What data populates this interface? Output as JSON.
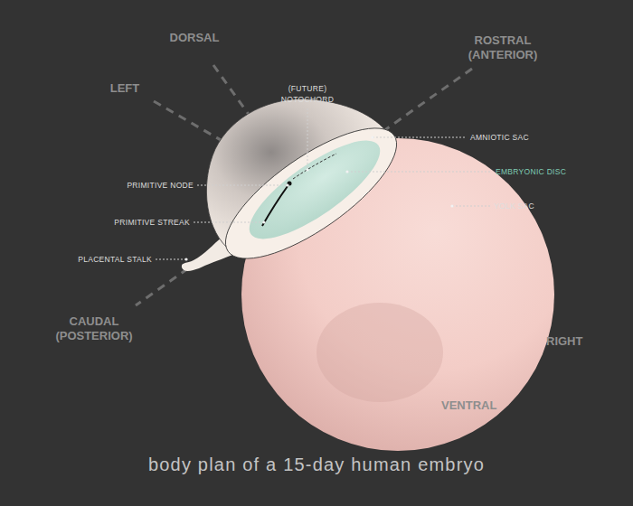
{
  "diagram": {
    "caption": "body plan of a 15-day human embryo",
    "labels": [
      "DORSAL",
      "ROSTRAL (ANTERIOR)",
      "LEFT",
      "(FUTURE) NOTOCHORD",
      "AMNIOTIC SAC",
      "EMBRYONIC DISC",
      "YOLK SAC",
      "PRIMITIVE NODE",
      "PRIMITIVE STREAK",
      "PLACENTAL STALK",
      "CAUDAL (POSTERIOR)",
      "RIGHT",
      "VENTRAL"
    ]
  }
}
